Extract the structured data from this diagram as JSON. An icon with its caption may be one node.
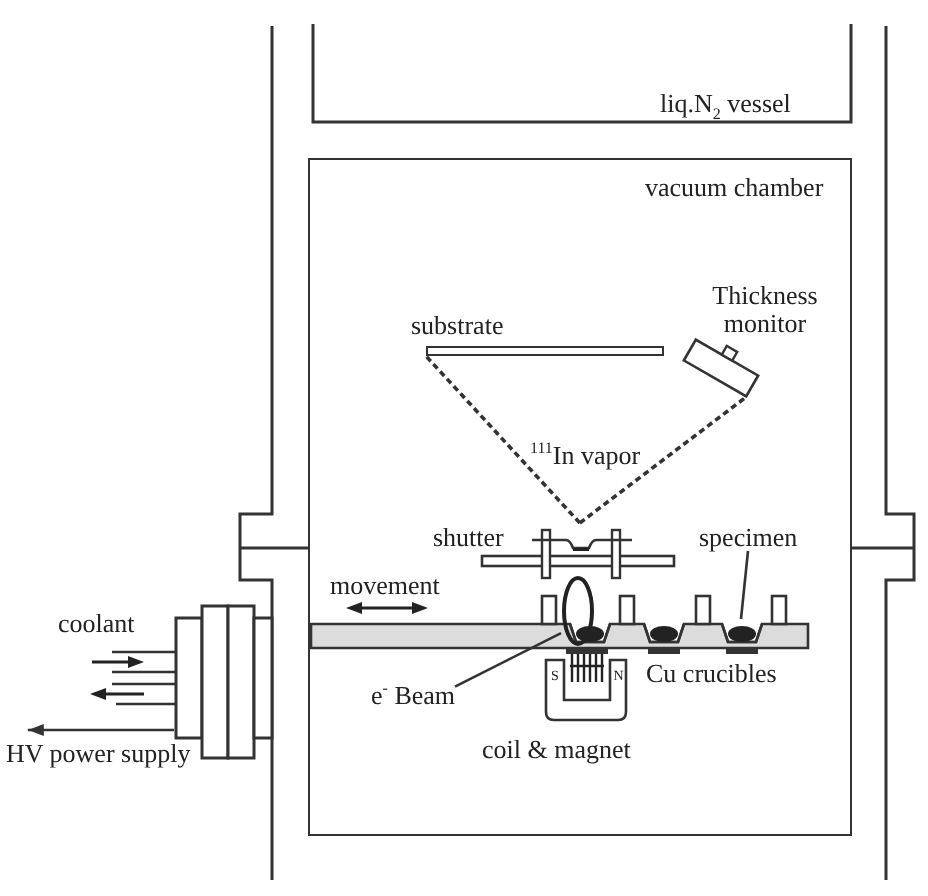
{
  "diagram": {
    "nodes": [
      {
        "text": [
          "liq.N$_{2}$ vessel"
        ]
      },
      {
        "text": [
          "vacuum chamber"
        ]
      },
      {
        "text": [
          "substrate"
        ],
        "in": 1
      },
      {
        "text": [
          "Thickness monitor"
        ],
        "in": 1
      },
      {
        "text": [
          "shutter"
        ],
        "in": 1
      },
      {
        "text": [
          "specimen"
        ],
        "in": 1
      },
      {
        "text": [],
        "shape": "circle",
        "in": 1
      },
      {
        "text": [
          "e$^{-}$ Beam"
        ],
        "in": 1
      },
      {
        "text": [],
        "shape": "circle",
        "in": 1
      },
      {
        "text": [],
        "shape": "box"
      },
      {
        "text": [
          "HV power supply"
        ]
      }
    ],
    "edges": [
      {
        "from": 4,
        "to": 2,
        "arrow": "none",
        "style": "dashed"
      },
      {
        "from": 4,
        "to": 3,
        "arrow": "none",
        "style": "dashed"
      },
      {
        "from": 5,
        "to": 8,
        "arrow": "none"
      },
      {
        "from": 7,
        "to": 6,
        "arrow": "none"
      },
      {
        "from": 9,
        "to": 10,
        "arrow": "to"
      }
    ],
    "labels": [
      "$^{111}$In vapor",
      "movement",
      "coolant",
      "Cu crucibles",
      "S",
      "N",
      "coil & magnet"
    ]
  }
}
